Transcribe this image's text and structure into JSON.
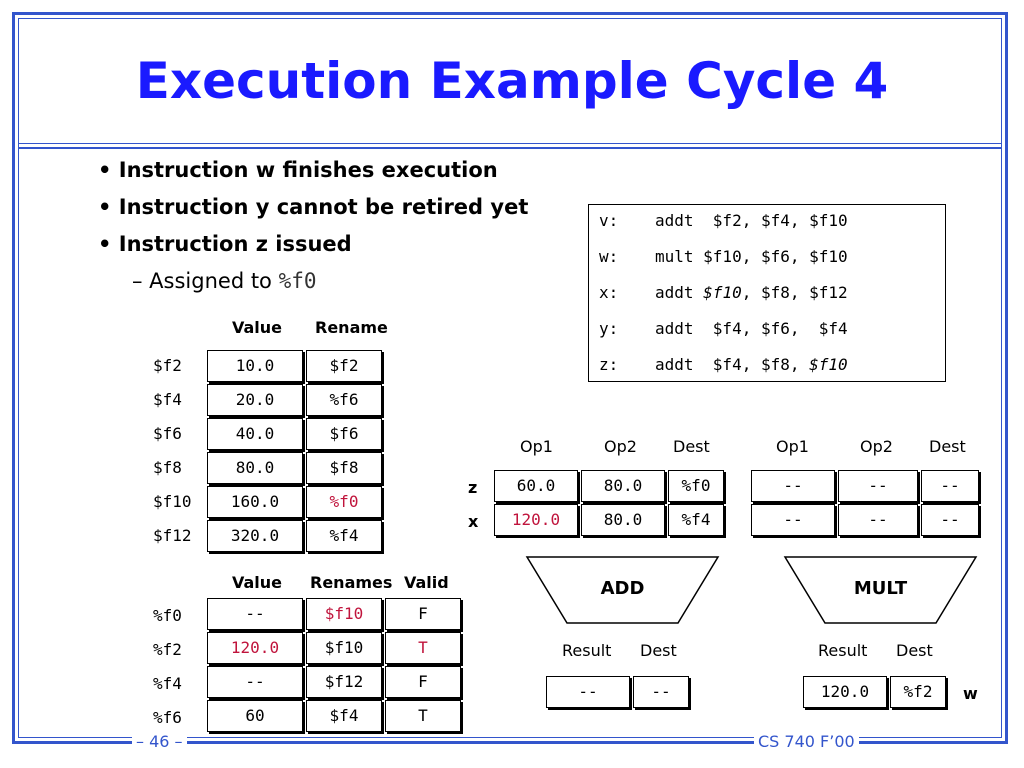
{
  "title": "Execution Example Cycle 4",
  "bullets": [
    "Instruction w finishes execution",
    "Instruction y cannot be retired yet",
    "Instruction z issued"
  ],
  "sub_bullet": {
    "text": "– Assigned to ",
    "reg": "%f0"
  },
  "code": [
    {
      "label": "v:",
      "pre": "addt  $f2, $f4, $f10",
      "em": "",
      "post": ""
    },
    {
      "label": "w:",
      "pre": "mult $f10, $f6, $f10",
      "em": "",
      "post": ""
    },
    {
      "label": "x:",
      "pre": "addt ",
      "em": "$f10",
      "post": ", $f8, $f12"
    },
    {
      "label": "y:",
      "pre": "addt  $f4, $f6,  $f4",
      "em": "",
      "post": ""
    },
    {
      "label": "z:",
      "pre": "addt  $f4, $f8, ",
      "em": "$f10",
      "post": ""
    }
  ],
  "reg_table": {
    "headers": [
      "Value",
      "Rename"
    ],
    "rows": [
      {
        "reg": "$f2",
        "value": "10.0",
        "rename": "$f2"
      },
      {
        "reg": "$f4",
        "value": "20.0",
        "rename": "%f6"
      },
      {
        "reg": "$f6",
        "value": "40.0",
        "rename": "$f6"
      },
      {
        "reg": "$f8",
        "value": "80.0",
        "rename": "$f8"
      },
      {
        "reg": "$f10",
        "value": "160.0",
        "rename": "%f0"
      },
      {
        "reg": "$f12",
        "value": "320.0",
        "rename": "%f4"
      }
    ]
  },
  "phys_table": {
    "headers": [
      "Value",
      "Renames",
      "Valid"
    ],
    "rows": [
      {
        "reg": "%f0",
        "value": "--",
        "renames": "$f10",
        "valid": "F"
      },
      {
        "reg": "%f2",
        "value": "120.0",
        "renames": "$f10",
        "valid": "T"
      },
      {
        "reg": "%f4",
        "value": "--",
        "renames": "$f12",
        "valid": "F"
      },
      {
        "reg": "%f6",
        "value": "60",
        "renames": "$f4",
        "valid": "T"
      }
    ]
  },
  "add_unit": {
    "headers": [
      "Op1",
      "Op2",
      "Dest"
    ],
    "rows": [
      {
        "tag": "z",
        "op1": "60.0",
        "op2": "80.0",
        "dest": "%f0"
      },
      {
        "tag": "x",
        "op1": "120.0",
        "op2": "80.0",
        "dest": "%f4"
      }
    ],
    "name": "ADD",
    "result_headers": [
      "Result",
      "Dest"
    ],
    "result": "--",
    "dest": "--"
  },
  "mult_unit": {
    "headers": [
      "Op1",
      "Op2",
      "Dest"
    ],
    "rows": [
      {
        "op1": "--",
        "op2": "--",
        "dest": "--"
      },
      {
        "op1": "--",
        "op2": "--",
        "dest": "--"
      }
    ],
    "name": "MULT",
    "result_headers": [
      "Result",
      "Dest"
    ],
    "result": "120.0",
    "dest": "%f2",
    "tag": "w"
  },
  "footer": {
    "page": "– 46 –",
    "course": "CS 740 F’00"
  },
  "colors": {
    "accent": "#3355cc",
    "title": "#1a1aff",
    "highlight": "#c0143c"
  }
}
